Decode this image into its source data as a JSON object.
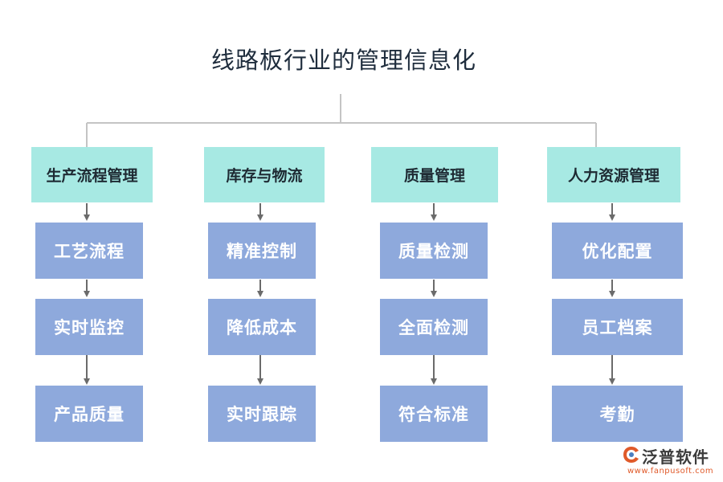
{
  "title": "线路板行业的管理信息化",
  "columns": [
    {
      "header": "生产流程管理",
      "items": [
        "工艺流程",
        "实时监控",
        "产品质量"
      ]
    },
    {
      "header": "库存与物流",
      "items": [
        "精准控制",
        "降低成本",
        "实时跟踪"
      ]
    },
    {
      "header": "质量管理",
      "items": [
        "质量检测",
        "全面检测",
        "符合标准"
      ]
    },
    {
      "header": "人力资源管理",
      "items": [
        "优化配置",
        "员工档案",
        "考勤"
      ]
    }
  ],
  "logo": {
    "name": "泛普软件",
    "url": "www.fanpusoft.com"
  },
  "colors": {
    "header_fill": "#a7e9e3",
    "node_fill": "#8ea9dc",
    "connector": "#c4c4c4",
    "arrow": "#6b6b6b",
    "brand": "#e05a2a"
  }
}
